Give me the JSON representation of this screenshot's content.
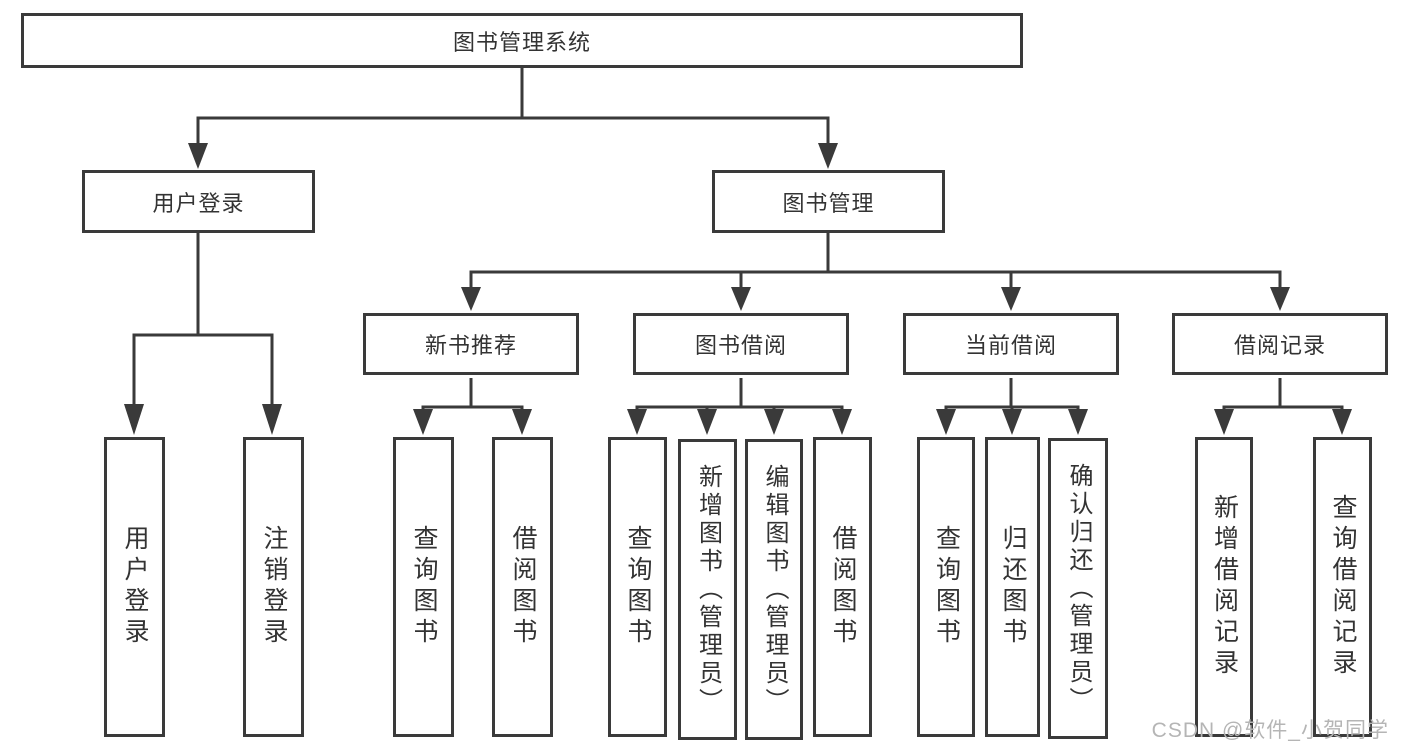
{
  "diagram": {
    "title": "图书管理系统",
    "level2": {
      "user_login": "用户登录",
      "book_management": "图书管理"
    },
    "level3": {
      "new_book_recommend": "新书推荐",
      "book_borrowing": "图书借阅",
      "current_borrowing": "当前借阅",
      "borrowing_records": "借阅记录"
    },
    "leaves": {
      "user_login": [
        "用户登录",
        "注销登录"
      ],
      "new_book_recommend": [
        "查询图书",
        "借阅图书"
      ],
      "book_borrowing": [
        "查询图书",
        "新增图书（管理员）",
        "编辑图书（管理员）",
        "借阅图书"
      ],
      "current_borrowing": [
        "查询图书",
        "归还图书",
        "确认归还（管理员）"
      ],
      "borrowing_records": [
        "新增借阅记录",
        "查询借阅记录"
      ]
    }
  },
  "watermark": "CSDN @软件_小贺同学",
  "colors": {
    "line": "#3a3a3a",
    "text": "#333333",
    "watermark": "#b5b5b5",
    "background": "#ffffff"
  }
}
